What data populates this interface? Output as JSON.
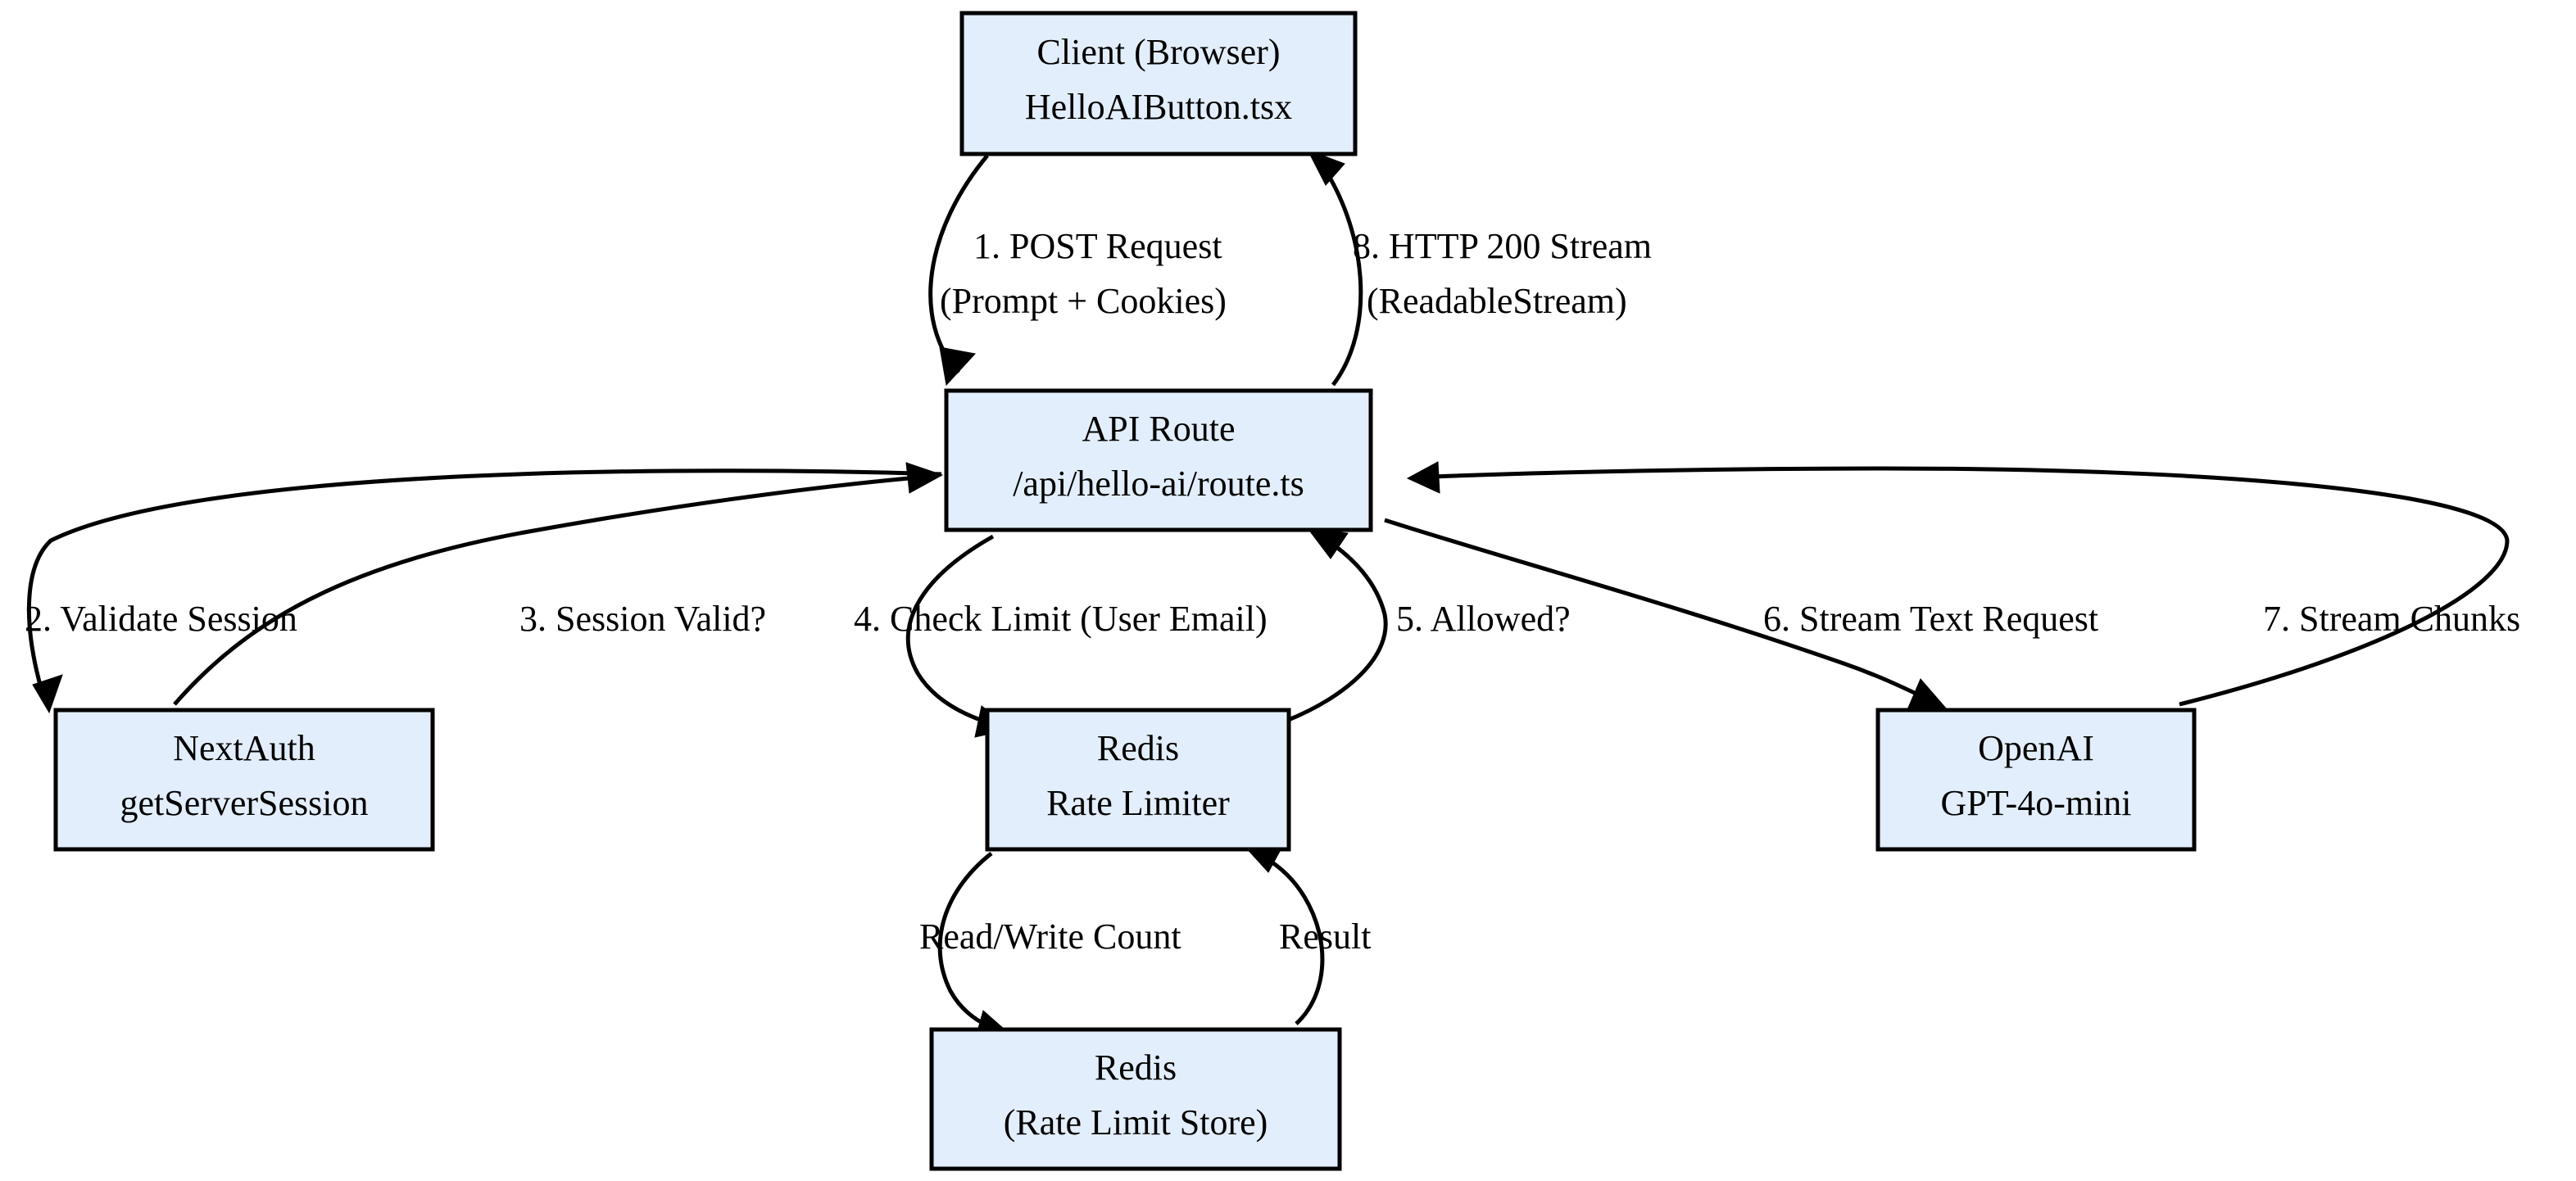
{
  "diagram": {
    "title": "Hello AI request flow architecture diagram",
    "type": "flowchart",
    "background_color": "#ffffff",
    "node_fill_color": "#e2eefb",
    "node_stroke_color": "#000000",
    "edge_color": "#000000",
    "text_color": "#000000"
  },
  "nodes": {
    "client": {
      "line1": "Client (Browser)",
      "line2": "HelloAIButton.tsx"
    },
    "api_route": {
      "line1": "API Route",
      "line2": "/api/hello-ai/route.ts"
    },
    "nextauth": {
      "line1": "NextAuth",
      "line2": "getServerSession"
    },
    "rate_limiter": {
      "line1": "Redis",
      "line2": "Rate Limiter"
    },
    "openai": {
      "line1": "OpenAI",
      "line2": "GPT-4o-mini"
    },
    "redis_store": {
      "line1": "Redis",
      "line2": "(Rate Limit Store)"
    }
  },
  "edges": {
    "post_request": {
      "line1": "1. POST Request",
      "line2": "(Prompt + Cookies)",
      "from": "client",
      "to": "api_route"
    },
    "http_stream": {
      "line1": "8. HTTP 200 Stream",
      "line2": "(ReadableStream)",
      "from": "api_route",
      "to": "client"
    },
    "validate_session": {
      "line1": "2. Validate Session",
      "from": "api_route",
      "to": "nextauth"
    },
    "session_valid": {
      "line1": "3. Session Valid?",
      "from": "nextauth",
      "to": "api_route"
    },
    "check_limit": {
      "line1": "4. Check Limit (User Email)",
      "from": "api_route",
      "to": "rate_limiter"
    },
    "allowed": {
      "line1": "5. Allowed?",
      "from": "rate_limiter",
      "to": "api_route"
    },
    "stream_text_request": {
      "line1": "6. Stream Text Request",
      "from": "api_route",
      "to": "openai"
    },
    "stream_chunks": {
      "line1": "7. Stream Chunks",
      "from": "openai",
      "to": "api_route"
    },
    "read_write_count": {
      "line1": "Read/Write Count",
      "from": "rate_limiter",
      "to": "redis_store"
    },
    "result": {
      "line1": "Result",
      "from": "redis_store",
      "to": "rate_limiter"
    }
  }
}
